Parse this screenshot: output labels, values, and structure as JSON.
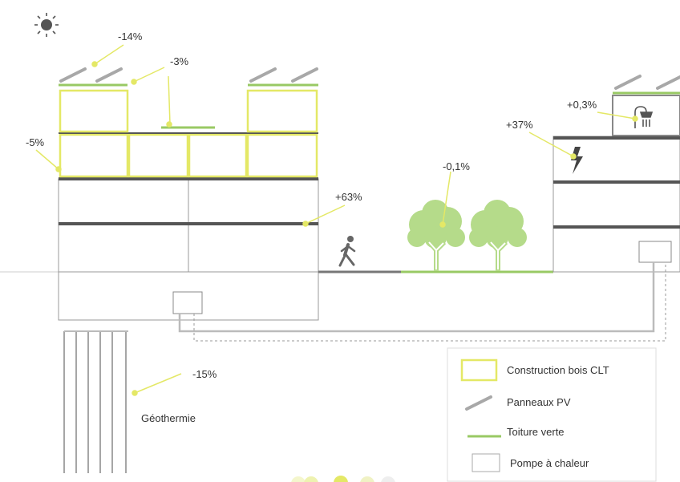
{
  "colors": {
    "clt": "#e4e866",
    "pv": "#a8a8a8",
    "green_roof": "#99c964",
    "tree": "#b5db8a",
    "tree_trunk": "#ffffff",
    "lines": "#555555",
    "thin": "#aaaaaa",
    "text": "#333333"
  },
  "icons": {
    "sun": "sun-icon",
    "pedestrian": "pedestrian-icon",
    "lightning": "lightning-icon",
    "shower": "shower-icon",
    "tree": "tree-icon"
  },
  "annotations": {
    "pv_roof": "-14%",
    "green_roof": "-3%",
    "clt": "-5%",
    "mobility": "+63%",
    "trees": "-0,1%",
    "hot_water": "+0,3%",
    "electricity": "+37%",
    "geothermal": "-15%"
  },
  "labels": {
    "geothermal": "Géothermie"
  },
  "legend": {
    "items": [
      {
        "key": "clt",
        "label": "Construction bois CLT"
      },
      {
        "key": "pv",
        "label": "Panneaux PV"
      },
      {
        "key": "green",
        "label": "Toiture verte"
      },
      {
        "key": "heatpump",
        "label": "Pompe à chaleur"
      }
    ]
  }
}
